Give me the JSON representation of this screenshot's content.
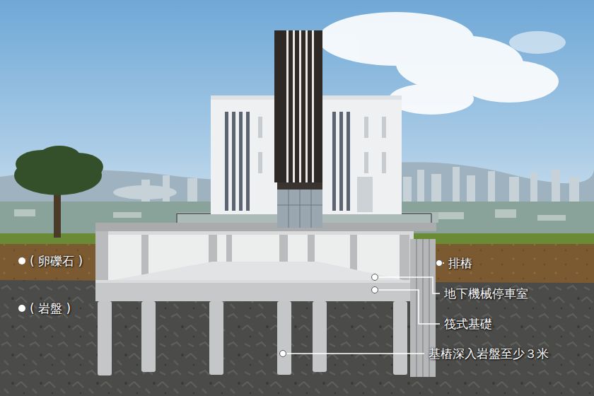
{
  "diagram": {
    "labels": [
      "( 卵礫石 )",
      "( 岩盤 )",
      "排樁",
      "地下機械停車室",
      "筏式基礎",
      "基樁深入岩盤至少３米"
    ]
  }
}
